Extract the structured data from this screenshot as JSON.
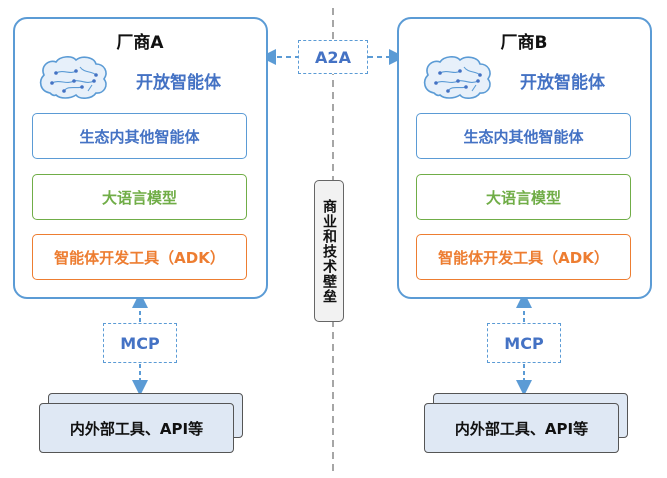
{
  "protocol_top": "A2A",
  "barrier_label": "商业和技术壁垒",
  "vendors": [
    {
      "title": "厂商A",
      "open_agent": "开放智能体",
      "layers": [
        "生态内其他智能体",
        "大语言模型",
        "智能体开发工具（ADK）"
      ],
      "mcp": "MCP",
      "tools": "内外部工具、API等"
    },
    {
      "title": "厂商B",
      "open_agent": "开放智能体",
      "layers": [
        "生态内其他智能体",
        "大语言模型",
        "智能体开发工具（ADK）"
      ],
      "mcp": "MCP",
      "tools": "内外部工具、API等"
    }
  ],
  "colors": {
    "frame": "#5b9bd5",
    "text_blue": "#4472c4",
    "green": "#70ad47",
    "orange": "#ed7d31",
    "tool_fill": "#dfe8f4"
  },
  "icons": [
    "brain-icon"
  ]
}
